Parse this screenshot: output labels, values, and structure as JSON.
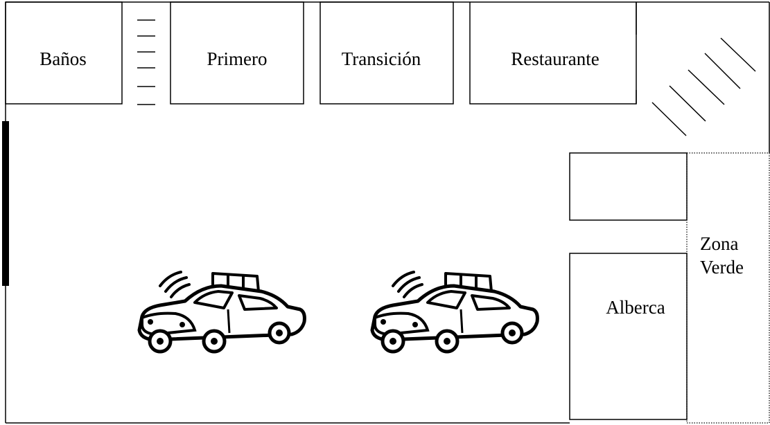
{
  "rooms": {
    "banos": "Baños",
    "primero": "Primero",
    "transicion": "Transición",
    "restaurante": "Restaurante",
    "alberca": "Alberca",
    "zona_verde_line1": "Zona",
    "zona_verde_line2": "Verde"
  },
  "icons": {
    "left_door": "entrance-bar-icon",
    "stairs": "stairs-icon",
    "ramp": "diagonal-ramp-icon",
    "car": "police-car-icon"
  },
  "colors": {
    "line": "#000000",
    "background": "#ffffff"
  }
}
